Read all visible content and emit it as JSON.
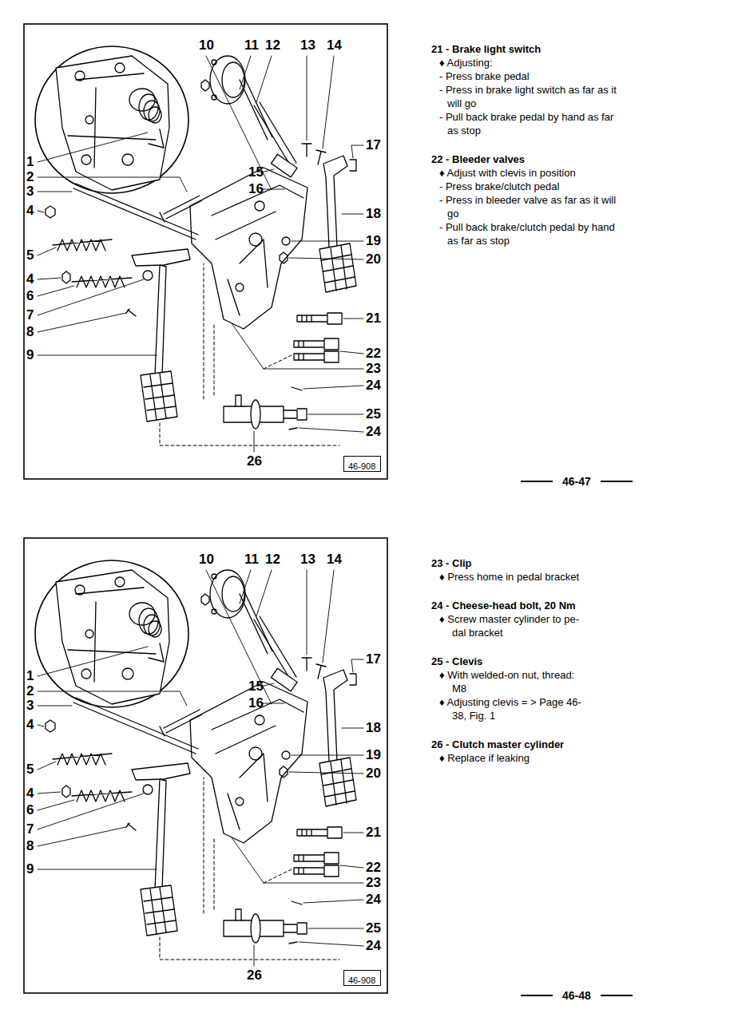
{
  "diagram": {
    "nodes": [
      {
        "text": [
          "46-908"
        ]
      },
      {
        "text": [
          "46-908"
        ]
      }
    ],
    "labels": [
      "10",
      "11",
      "12",
      "13",
      "14",
      "17",
      "1",
      "2",
      "3",
      "4",
      "15",
      "16",
      "18",
      "5",
      "19",
      "20",
      "4",
      "6",
      "7",
      "8",
      "9",
      "21",
      "22",
      "23",
      "24",
      "25",
      "24",
      "26",
      "21 - Brake light switch",
      "♦ Adjusting:",
      "- Press brake pedal",
      "- Press in brake light switch as far as it will go",
      "- Pull back brake pedal by hand as far as stop",
      "22 - Bleeder valves",
      "♦ Adjust with clevis in position",
      "- Press brake/clutch pedal",
      "- Press in bleeder valve as far as it will go",
      "- Pull back brake/clutch pedal by hand as far as stop",
      "46-47",
      "10",
      "11",
      "12",
      "13",
      "14",
      "17",
      "1",
      "2",
      "3",
      "4",
      "15",
      "16",
      "18",
      "5",
      "19",
      "20",
      "4",
      "6",
      "7",
      "8",
      "9",
      "21",
      "22",
      "23",
      "24",
      "25",
      "24",
      "26",
      "23 - Clip",
      "♦ Press home in pedal bracket",
      "24 - Cheese-head bolt, 20 Nm",
      "♦ Screw master cylinder to pe- dal bracket",
      "25 - Clevis",
      "♦ With welded-on nut, thread: M8",
      "♦ Adjusting clevis = > Page 46-38, Fig. 1",
      "26 - Clutch master cylinder",
      "♦ Replace if leaking",
      "46-48"
    ]
  }
}
